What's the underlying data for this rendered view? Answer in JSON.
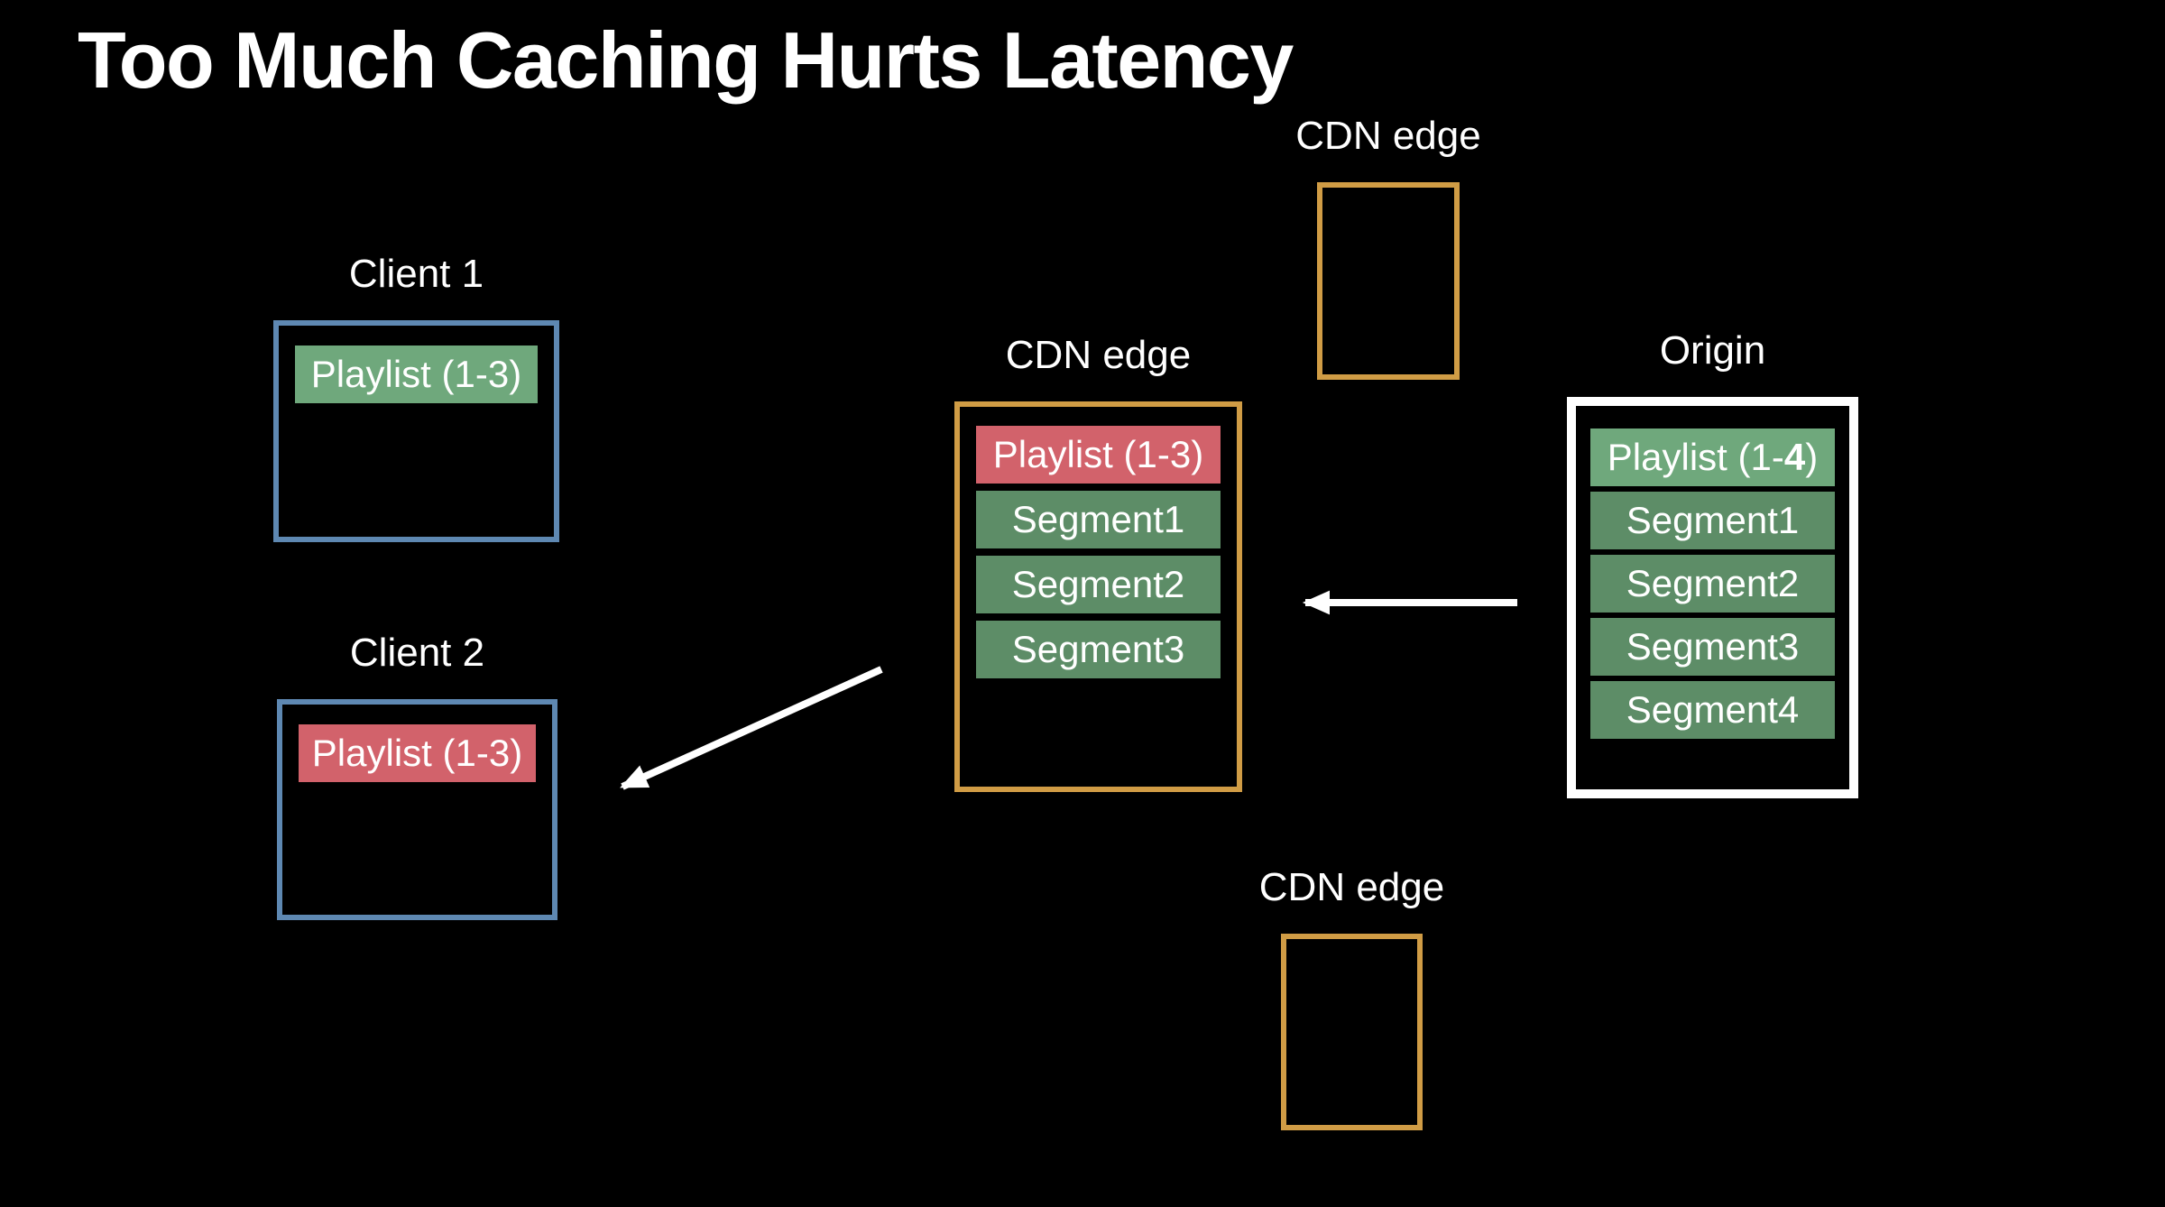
{
  "title": "Too Much Caching Hurts Latency",
  "colors": {
    "background": "#000000",
    "text": "#FFFFFF",
    "client_border": "#5E88B2",
    "edge_border": "#D09C45",
    "origin_border": "#FFFFFF",
    "fresh_green": "#6FA87C",
    "segment_green": "#5D8D67",
    "stale_red": "#D2626B",
    "arrow": "#FFFFFF"
  },
  "nodes": {
    "client1": {
      "label": "Client 1",
      "chips": [
        {
          "label": "Playlist (1-3)",
          "tone": "fresh-green"
        }
      ]
    },
    "client2": {
      "label": "Client 2",
      "chips": [
        {
          "label": "Playlist (1-3)",
          "tone": "stale-red"
        }
      ]
    },
    "cdn_top": {
      "label": "CDN edge",
      "chips": []
    },
    "cdn_mid": {
      "label": "CDN edge",
      "chips": [
        {
          "label": "Playlist (1-3)",
          "tone": "stale-red"
        },
        {
          "label": "Segment1",
          "tone": "segment-green"
        },
        {
          "label": "Segment2",
          "tone": "segment-green"
        },
        {
          "label": "Segment3",
          "tone": "segment-green"
        }
      ]
    },
    "cdn_bottom": {
      "label": "CDN edge",
      "chips": []
    },
    "origin": {
      "label": "Origin",
      "chips": [
        {
          "prefix": "Playlist (1-",
          "bold": "4",
          "suffix": ")",
          "tone": "fresh-green"
        },
        {
          "label": "Segment1",
          "tone": "segment-green"
        },
        {
          "label": "Segment2",
          "tone": "segment-green"
        },
        {
          "label": "Segment3",
          "tone": "segment-green"
        },
        {
          "label": "Segment4",
          "tone": "segment-green"
        }
      ]
    }
  },
  "arrows": [
    {
      "from": "origin",
      "to": "cdn-edge-middle"
    },
    {
      "from": "cdn-edge-middle",
      "to": "client-2"
    }
  ]
}
